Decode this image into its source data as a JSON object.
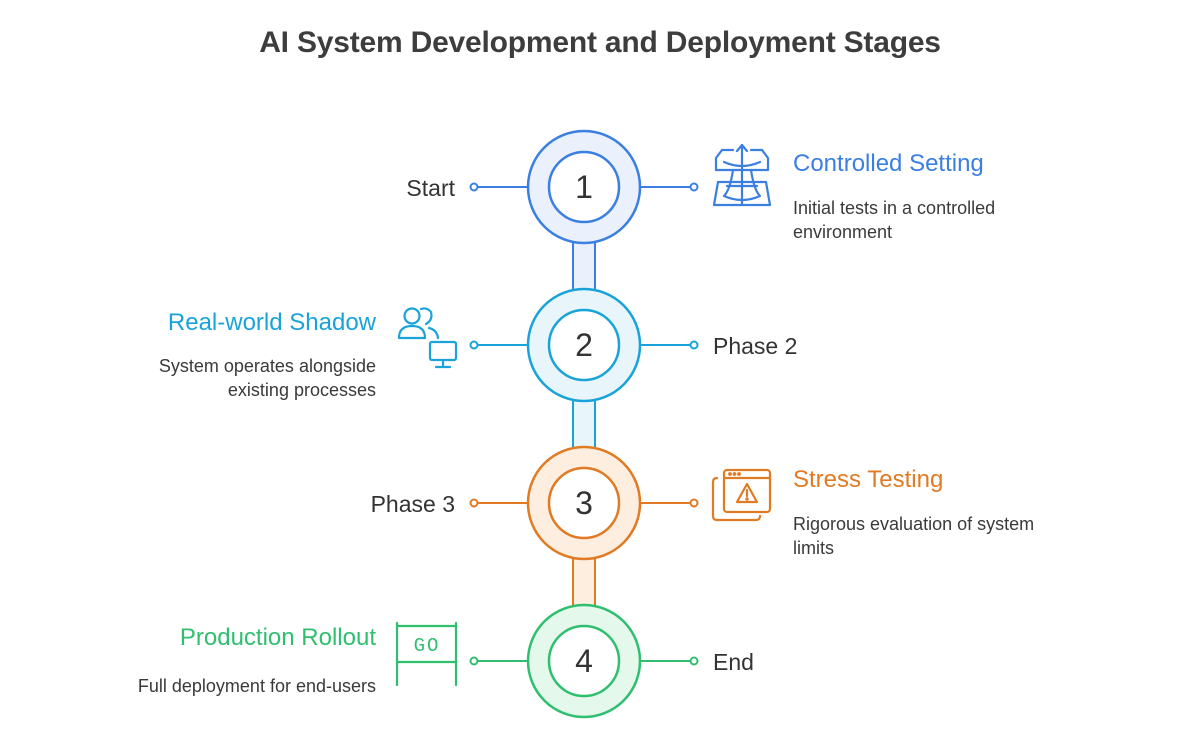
{
  "title": "AI System Development and Deployment Stages",
  "stages": [
    {
      "number": "1",
      "color": "#3b7fe0",
      "fill": "#eaf1fc",
      "side_label": "Start",
      "heading": "Controlled Setting",
      "description": "Initial tests in a controlled environment",
      "icon": "map-layers-icon"
    },
    {
      "number": "2",
      "color": "#1aa3d9",
      "fill": "#e8f6fc",
      "side_label": "Phase 2",
      "heading": "Real-world Shadow",
      "description": "System operates alongside existing processes",
      "icon": "users-monitor-icon"
    },
    {
      "number": "3",
      "color": "#e07b24",
      "fill": "#fdeee0",
      "side_label": "Phase 3",
      "heading": "Stress Testing",
      "description": "Rigorous evaluation of system limits",
      "icon": "browser-warning-icon"
    },
    {
      "number": "4",
      "color": "#2fbf6f",
      "fill": "#e4f8ec",
      "side_label": "End",
      "heading": "Production Rollout",
      "description": "Full deployment for end-users",
      "icon": "go-flag-icon",
      "icon_text": "GO"
    }
  ]
}
